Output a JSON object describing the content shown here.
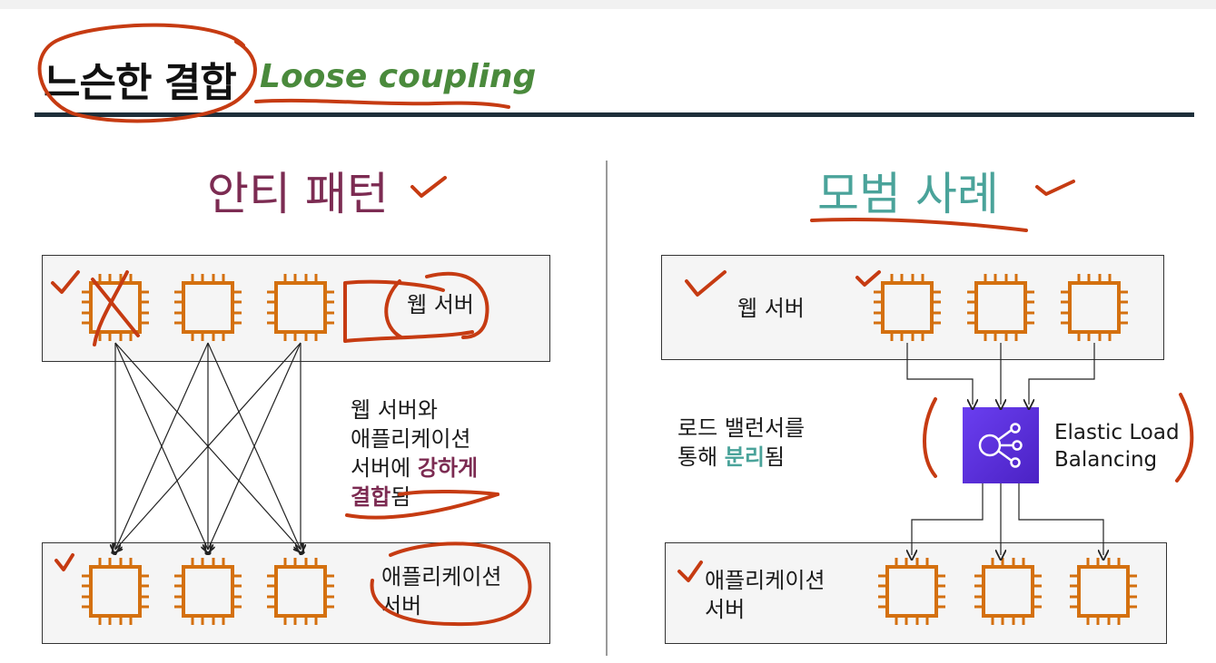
{
  "title": {
    "korean": "느슨한 결합",
    "english": "Loose coupling"
  },
  "anti_pattern": {
    "heading": "안티 패턴",
    "web_label": "웹 서버",
    "desc_lines": [
      "웹 서버와",
      "애플리케이션",
      "서버에 ",
      "강하게",
      "결합",
      "됨"
    ],
    "app_label_line1": "애플리케이션",
    "app_label_line2": "서버"
  },
  "best_practice": {
    "heading": "모범 사례",
    "web_label": "웹 서버",
    "desc_line1": "로드 밸런서를",
    "desc_line2_pre": "통해 ",
    "desc_line2_hl": "분리",
    "desc_line2_post": "됨",
    "elb_line1": "Elastic Load",
    "elb_line2": "Balancing",
    "app_label_line1": "애플리케이션",
    "app_label_line2": "서버"
  },
  "colors": {
    "chip": "#d4700f",
    "maroon": "#7c2b52",
    "teal": "#4aa39a",
    "green": "#4a8a3c",
    "annotation_red": "#c63b12",
    "elb": "#5a2fd6"
  },
  "icons": [
    "ec2-instance-icon",
    "elb-icon",
    "checkmark-icon"
  ]
}
